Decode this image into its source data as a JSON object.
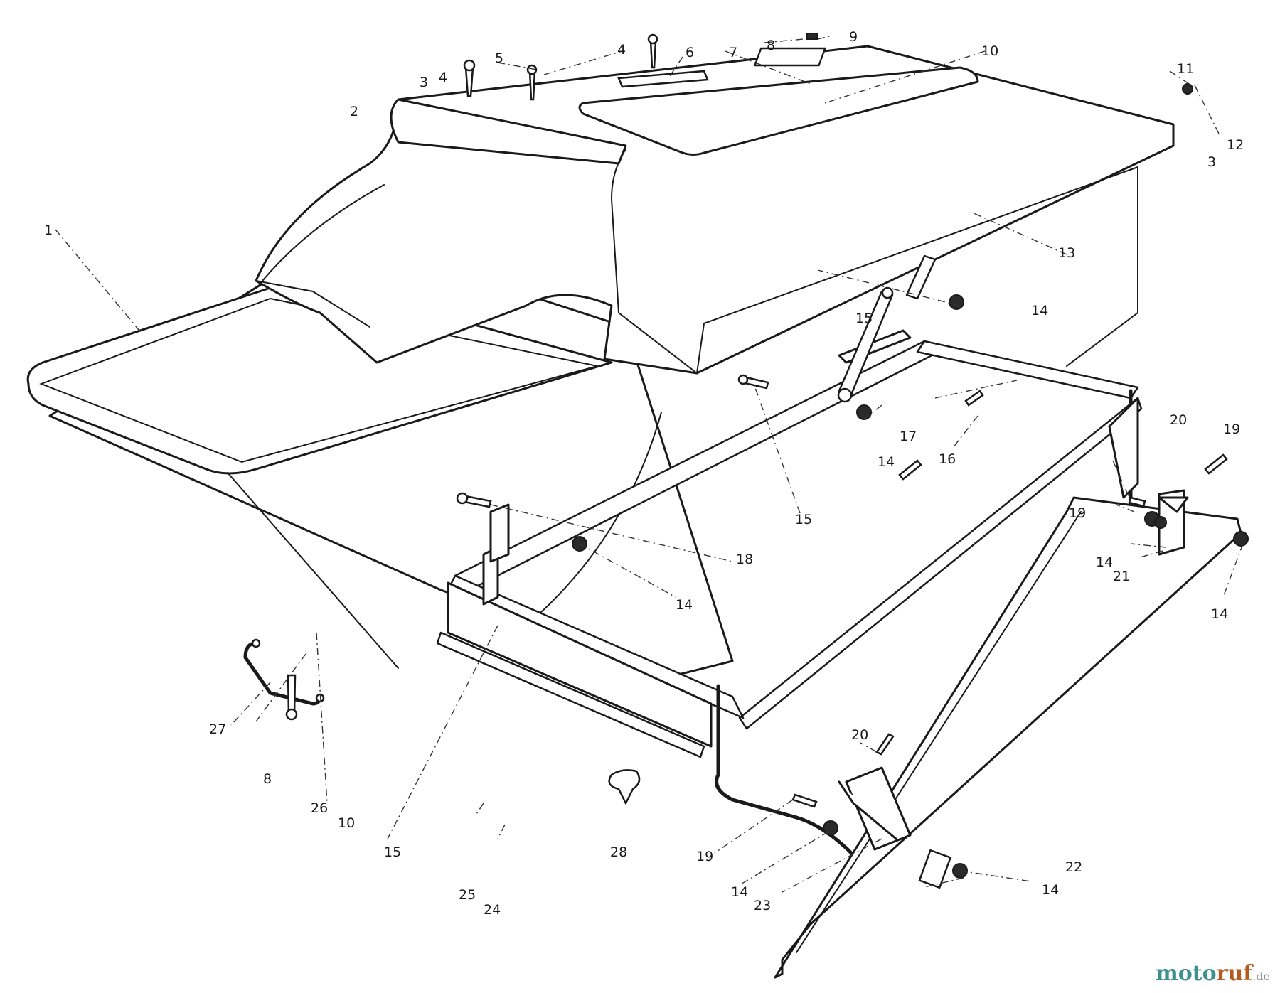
{
  "parts": [
    {
      "id": "p1",
      "number": "1"
    },
    {
      "id": "p2",
      "number": "2"
    },
    {
      "id": "p3a",
      "number": "3"
    },
    {
      "id": "p3b",
      "number": "3"
    },
    {
      "id": "p4a",
      "number": "4"
    },
    {
      "id": "p4b",
      "number": "4"
    },
    {
      "id": "p5",
      "number": "5"
    },
    {
      "id": "p6",
      "number": "6"
    },
    {
      "id": "p7",
      "number": "7"
    },
    {
      "id": "p8a",
      "number": "8"
    },
    {
      "id": "p8b",
      "number": "8"
    },
    {
      "id": "p9",
      "number": "9"
    },
    {
      "id": "p10a",
      "number": "10"
    },
    {
      "id": "p10b",
      "number": "10"
    },
    {
      "id": "p11",
      "number": "11"
    },
    {
      "id": "p12",
      "number": "12"
    },
    {
      "id": "p13",
      "number": "13"
    },
    {
      "id": "p14a",
      "number": "14"
    },
    {
      "id": "p14b",
      "number": "14"
    },
    {
      "id": "p14c",
      "number": "14"
    },
    {
      "id": "p14d",
      "number": "14"
    },
    {
      "id": "p14e",
      "number": "14"
    },
    {
      "id": "p14f",
      "number": "14"
    },
    {
      "id": "p14g",
      "number": "14"
    },
    {
      "id": "p15a",
      "number": "15"
    },
    {
      "id": "p15b",
      "number": "15"
    },
    {
      "id": "p15c",
      "number": "15"
    },
    {
      "id": "p16",
      "number": "16"
    },
    {
      "id": "p17",
      "number": "17"
    },
    {
      "id": "p18",
      "number": "18"
    },
    {
      "id": "p19a",
      "number": "19"
    },
    {
      "id": "p19b",
      "number": "19"
    },
    {
      "id": "p19c",
      "number": "19"
    },
    {
      "id": "p20a",
      "number": "20"
    },
    {
      "id": "p20b",
      "number": "20"
    },
    {
      "id": "p21",
      "number": "21"
    },
    {
      "id": "p22",
      "number": "22"
    },
    {
      "id": "p23",
      "number": "23"
    },
    {
      "id": "p24",
      "number": "24"
    },
    {
      "id": "p25",
      "number": "25"
    },
    {
      "id": "p26",
      "number": "26"
    },
    {
      "id": "p27",
      "number": "27"
    },
    {
      "id": "p28",
      "number": "28"
    }
  ],
  "watermark": {
    "brand": "moto",
    "brand_accent": "ruf",
    "suffix": ".de",
    "color_brand": "#3e8f8f",
    "color_accent": "#b45a1e"
  }
}
